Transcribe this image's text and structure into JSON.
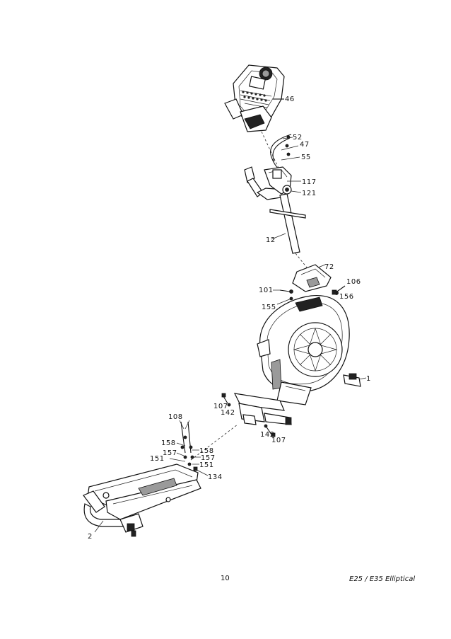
{
  "diagram": {
    "parts": {
      "p46": "46",
      "p52": "52",
      "p47": "47",
      "p55": "55",
      "p117": "117",
      "p121": "121",
      "p12": "12",
      "p72": "72",
      "p101": "101",
      "p106": "106",
      "p156": "156",
      "p155": "155",
      "p1": "1",
      "p107a": "107",
      "p142a": "142",
      "p142b": "142",
      "p107b": "107",
      "p108": "108",
      "p158a": "158",
      "p157a": "157",
      "p151a": "151",
      "p158b": "158",
      "p157b": "157",
      "p151b": "151",
      "p134": "134",
      "p2": "2"
    }
  },
  "footer": {
    "page_number": "10",
    "manual_title": "E25 / E35 Elliptical"
  }
}
